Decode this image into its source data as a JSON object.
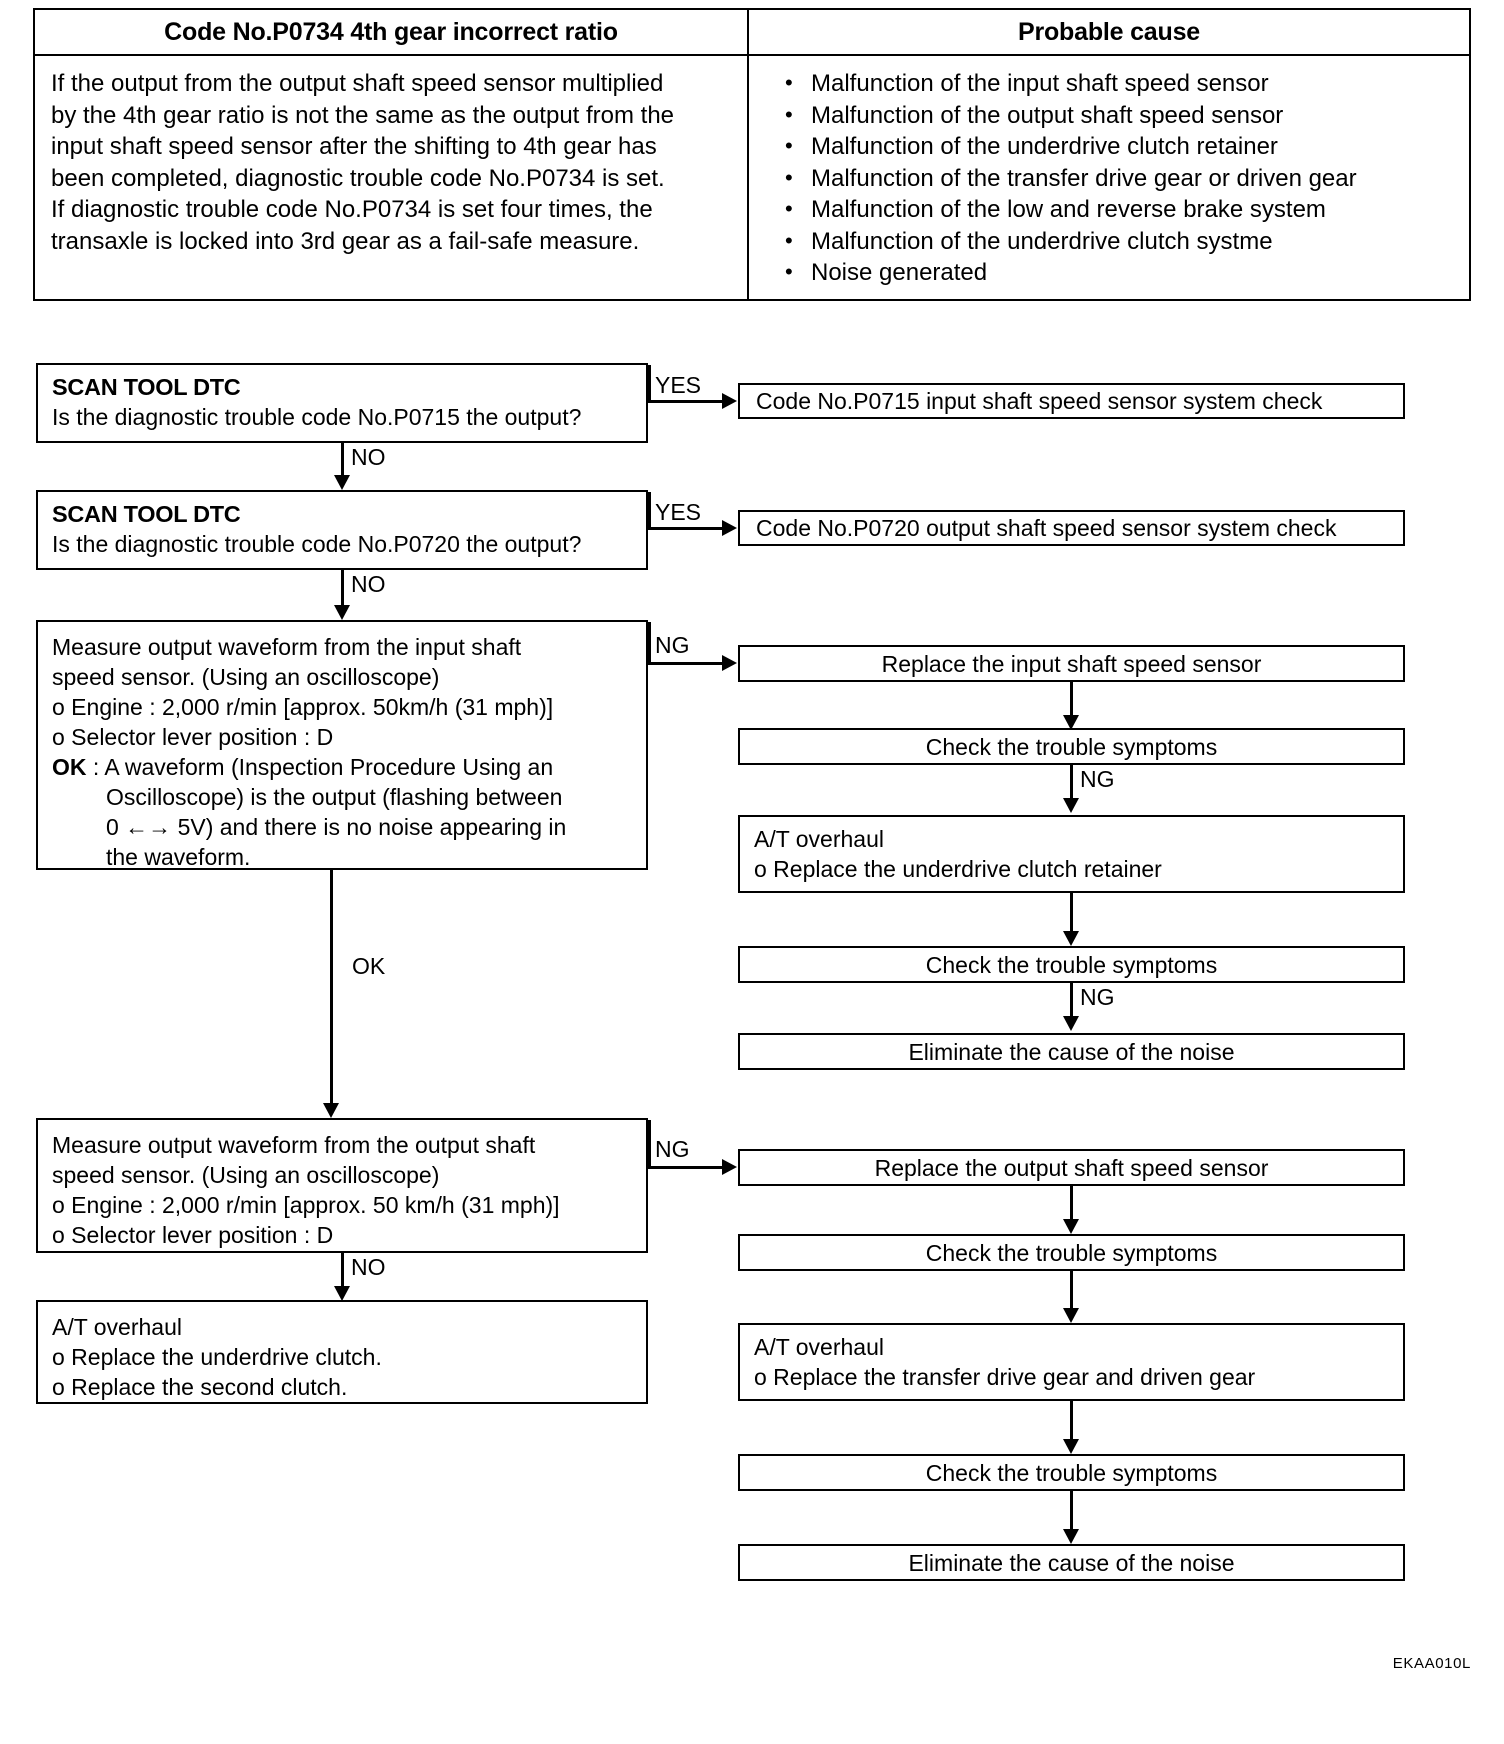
{
  "table": {
    "left_header": "Code No.P0734 4th gear incorrect ratio",
    "right_header": "Probable cause",
    "description_lines": [
      "If the output from the output shaft speed sensor multiplied",
      "by the 4th gear ratio is not the same as the output from the",
      "input shaft speed sensor after the shifting to 4th gear has",
      "been completed, diagnostic trouble code No.P0734 is set.",
      "If diagnostic trouble code No.P0734 is set four times, the",
      "transaxle is locked into 3rd gear as a fail-safe measure."
    ],
    "causes": [
      "Malfunction of the input shaft speed sensor",
      "Malfunction of the output shaft speed sensor",
      "Malfunction of the underdrive clutch retainer",
      "Malfunction of the transfer drive gear or driven gear",
      "Malfunction of the low and reverse brake system",
      "Malfunction of the underdrive clutch systme",
      "Noise generated"
    ]
  },
  "flow": {
    "step1": {
      "title": "SCAN TOOL DTC",
      "question": "Is the diagnostic trouble code No.P0715 the output?",
      "yes_label": "YES",
      "no_label": "NO",
      "yes_target": "Code No.P0715 input shaft speed sensor system check"
    },
    "step2": {
      "title": "SCAN TOOL DTC",
      "question": "Is the diagnostic trouble code No.P0720 the output?",
      "yes_label": "YES",
      "no_label": "NO",
      "yes_target": "Code No.P0720 output shaft speed sensor system check"
    },
    "step3": {
      "line1": "Measure output waveform from the input shaft",
      "line2": "speed sensor. (Using an oscilloscope)",
      "line3": "o Engine : 2,000 r/min [approx. 50km/h (31 mph)]",
      "line4": "o Selector lever position : D",
      "ok_prefix": "OK",
      "line5_rest": " : A waveform (Inspection Procedure Using an",
      "line6": "Oscilloscope) is the output (flashing between",
      "line7": "0 ←→ 5V) and there is no noise appearing in",
      "line8": "the waveform.",
      "ng_label": "NG",
      "ok_label": "OK"
    },
    "branch_a": {
      "b1": "Replace the input shaft speed sensor",
      "b2": "Check the trouble symptoms",
      "b2_ng": "NG",
      "b3_title": "A/T overhaul",
      "b3_item": "o Replace the underdrive clutch retainer",
      "b4": "Check the trouble symptoms",
      "b4_ng": "NG",
      "b5": "Eliminate the cause of the noise"
    },
    "step4": {
      "line1": "Measure output waveform from the output shaft",
      "line2": "speed sensor. (Using an oscilloscope)",
      "line3": "o Engine : 2,000 r/min [approx. 50 km/h (31 mph)]",
      "line4": "o Selector lever position : D",
      "ng_label": "NG",
      "no_label": "NO"
    },
    "step5": {
      "title": "A/T overhaul",
      "item1": "o Replace the underdrive clutch.",
      "item2": "o Replace the second clutch."
    },
    "branch_b": {
      "b1": "Replace the output shaft speed sensor",
      "b2": "Check the trouble symptoms",
      "b3_title": "A/T overhaul",
      "b3_item": "o Replace the transfer drive gear and driven gear",
      "b4": "Check the trouble symptoms",
      "b5": "Eliminate the cause of the noise"
    }
  },
  "figure_code": "EKAA010L"
}
